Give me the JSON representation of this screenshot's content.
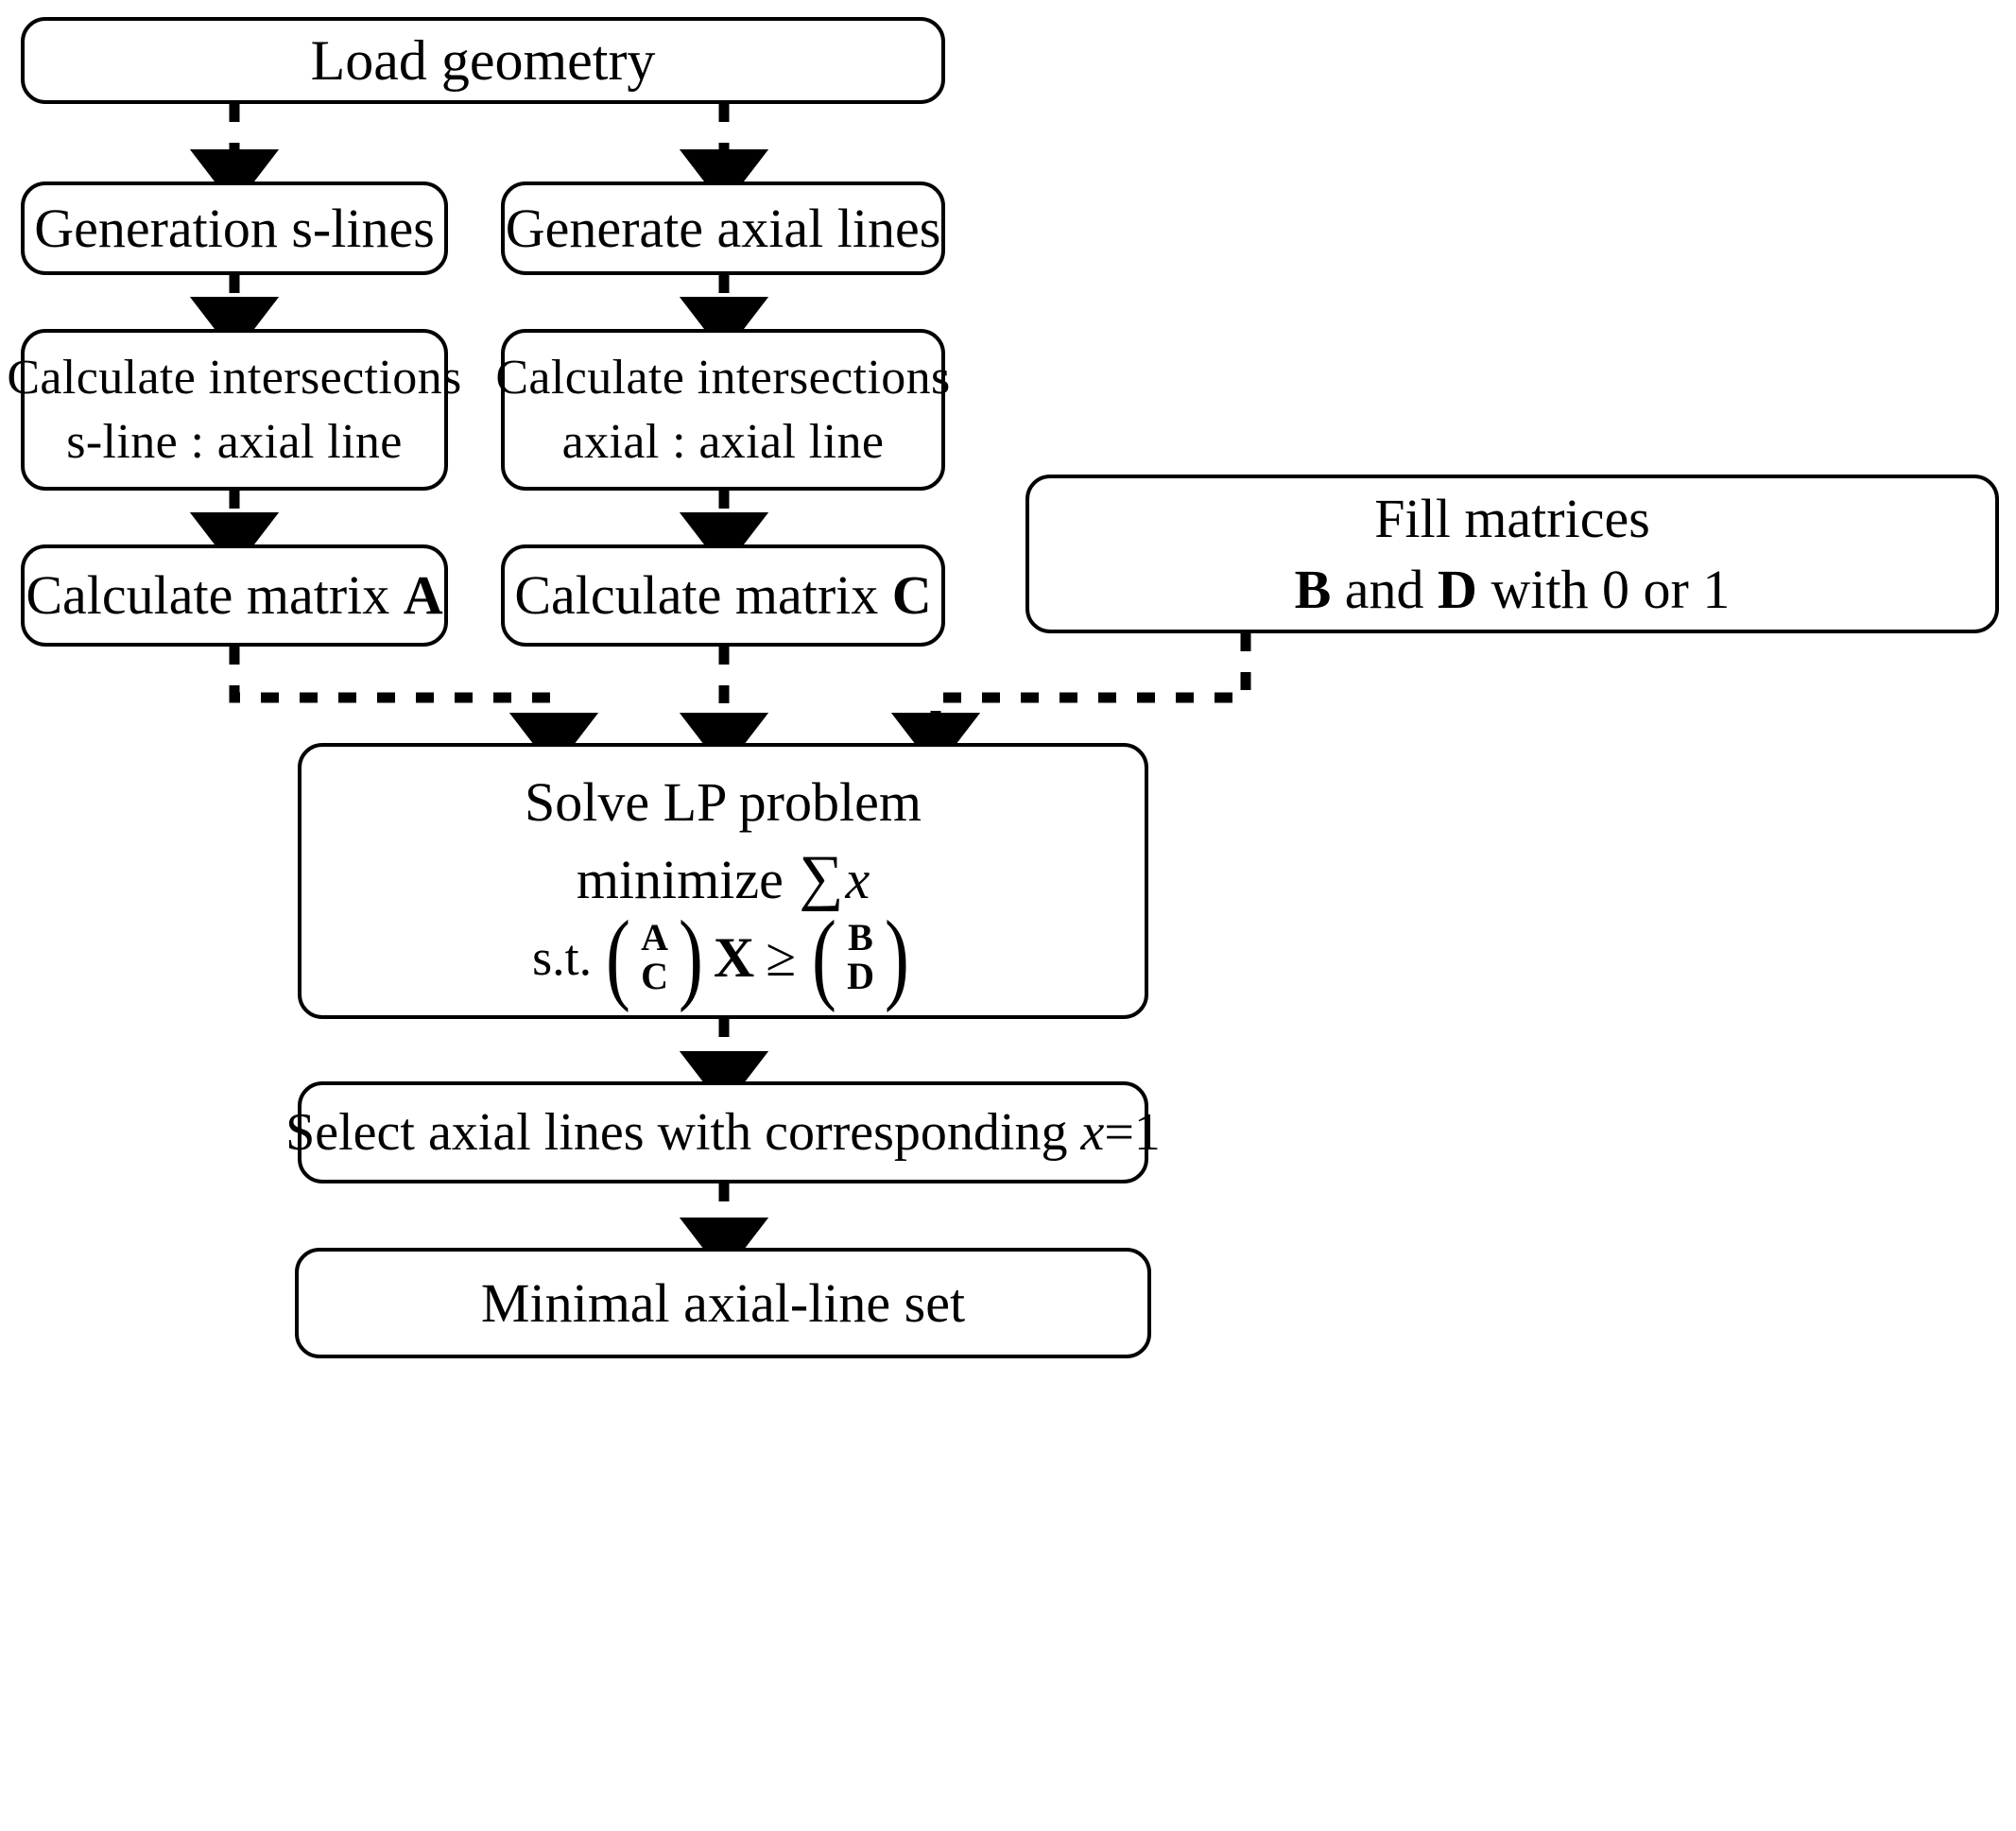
{
  "diagram": {
    "type": "flowchart",
    "title": "Minimal axial-line set LP workflow",
    "orientation": "top-to-bottom",
    "line_style": "dotted",
    "arrowhead": "solid-triangle",
    "colors": {
      "stroke": "#000000",
      "fill": "#ffffff",
      "text": "#000000"
    },
    "nodes": [
      {
        "id": "load-geometry",
        "label": "Load geometry",
        "lines": [
          "Load geometry"
        ]
      },
      {
        "id": "generation-s-lines",
        "label": "Generation s-lines",
        "lines": [
          "Generation s-lines"
        ]
      },
      {
        "id": "generate-axial-lines",
        "label": "Generate axial lines",
        "lines": [
          "Generate axial lines"
        ]
      },
      {
        "id": "calc-intersections-s-axial",
        "label": "Calculate intersections s-line : axial line",
        "lines": [
          "Calculate  intersections",
          "s-line :  axial  line"
        ]
      },
      {
        "id": "calc-intersections-axial-axial",
        "label": "Calculate intersections axial : axial line",
        "lines": [
          "Calculate  intersections",
          "axial :  axial  line"
        ]
      },
      {
        "id": "calculate-matrix-a",
        "label": "Calculate matrix A",
        "lines": [
          "Calculate matrix "
        ],
        "bold_suffix": "A"
      },
      {
        "id": "calculate-matrix-c",
        "label": "Calculate matrix C",
        "lines": [
          "Calculate matrix "
        ],
        "bold_suffix": "C"
      },
      {
        "id": "fill-matrices",
        "label": "Fill matrices B and D with 0 or 1",
        "lines": [
          "Fill matrices"
        ],
        "line2_parts": [
          "B",
          " and ",
          "D",
          " with 0 or 1"
        ]
      },
      {
        "id": "solve-lp-problem",
        "label": "Solve LP problem minimize sum x s.t. (A C) X >= (B D)",
        "lines": [
          "Solve LP problem"
        ],
        "line2_prefix": "minimize ",
        "line2_sum": "∑",
        "line2_var": "x",
        "line3_st": "s.t.",
        "line3_lhs_top": "A",
        "line3_lhs_bottom": "C",
        "line3_matrix_var": "X",
        "line3_relation": "≥",
        "line3_rhs_top": "B",
        "line3_rhs_bottom": "D"
      },
      {
        "id": "select-axial-lines",
        "label": "Select axial lines with corresponding x=1",
        "line_prefix": "Select axial lines with corresponding ",
        "line_var": "x",
        "line_suffix": "=1"
      },
      {
        "id": "minimal-axial-line-set",
        "label": "Minimal axial-line set",
        "lines": [
          "Minimal  axial-line  set"
        ]
      }
    ],
    "edges": [
      {
        "from": "load-geometry",
        "to": "generation-s-lines"
      },
      {
        "from": "load-geometry",
        "to": "generate-axial-lines"
      },
      {
        "from": "generation-s-lines",
        "to": "calc-intersections-s-axial"
      },
      {
        "from": "generate-axial-lines",
        "to": "calc-intersections-axial-axial"
      },
      {
        "from": "calc-intersections-s-axial",
        "to": "calculate-matrix-a"
      },
      {
        "from": "calc-intersections-axial-axial",
        "to": "calculate-matrix-c"
      },
      {
        "from": "calculate-matrix-a",
        "to": "solve-lp-problem"
      },
      {
        "from": "calculate-matrix-c",
        "to": "solve-lp-problem"
      },
      {
        "from": "fill-matrices",
        "to": "solve-lp-problem"
      },
      {
        "from": "solve-lp-problem",
        "to": "select-axial-lines"
      },
      {
        "from": "select-axial-lines",
        "to": "minimal-axial-line-set"
      }
    ]
  }
}
